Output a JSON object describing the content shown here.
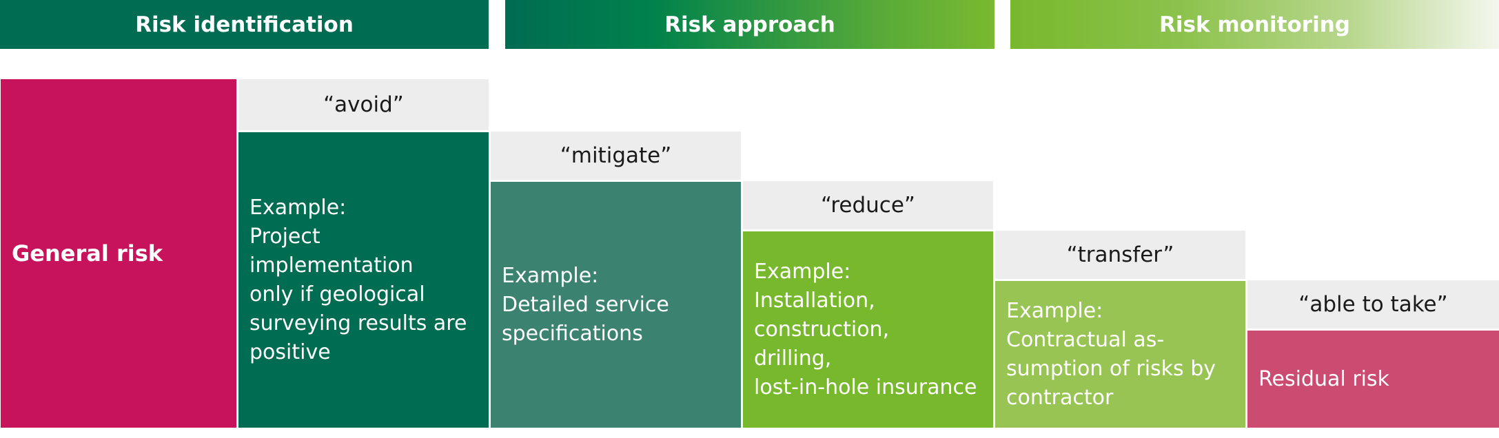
{
  "headers": [
    {
      "label": "Risk identification"
    },
    {
      "label": "Risk approach"
    },
    {
      "label": "Risk monitoring"
    }
  ],
  "general_risk": {
    "label": "General risk"
  },
  "approaches": {
    "avoid": {
      "label": "“avoid”",
      "lines": [
        "Example:",
        "Project implementation",
        "only if geological",
        "surveying results are",
        "positive"
      ]
    },
    "mitigate": {
      "label": "“mitigate”",
      "lines": [
        "Example:",
        "Detailed service",
        "specifications"
      ]
    },
    "reduce": {
      "label": "“reduce”",
      "lines": [
        "Example:",
        "Installation,",
        "construction,",
        "drilling,",
        "lost-in-hole insurance"
      ]
    },
    "transfer": {
      "label": "“transfer”",
      "lines": [
        "Example:",
        "Contractual as-",
        "sumption of risks by",
        "contractor"
      ]
    },
    "able_to_take": {
      "label": "“able to take”",
      "lines": [
        "Residual risk"
      ]
    }
  },
  "colors": {
    "general_risk": "#c6135b",
    "avoid": "#006c52",
    "mitigate": "#3b8270",
    "reduce": "#78b82d",
    "transfer": "#98c454",
    "residual": "#cb4b71",
    "label_bg": "#ededed"
  }
}
